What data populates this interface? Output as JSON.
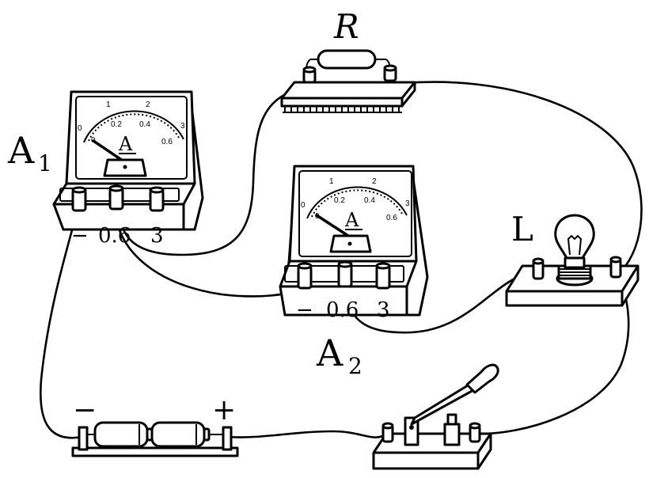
{
  "labels": {
    "resistor": "R",
    "lamp": "L",
    "ammeter1_letter": "A",
    "ammeter1_sub": "1",
    "ammeter2_letter": "A",
    "ammeter2_sub": "2",
    "battery_minus": "−",
    "battery_plus": "+"
  },
  "ammeter1": {
    "face_unit": "A",
    "terminal_minus": "−",
    "terminal_06": "0.6",
    "terminal_3": "3",
    "scale_top": [
      "0",
      "1",
      "2",
      "3"
    ],
    "scale_bottom": [
      "0",
      "0.2",
      "0.4",
      "0.6"
    ]
  },
  "ammeter2": {
    "face_unit": "A",
    "terminal_minus": "−",
    "terminal_06": "0.6",
    "terminal_3": "3",
    "scale_top": [
      "0",
      "1",
      "2",
      "3"
    ],
    "scale_bottom": [
      "0",
      "0.2",
      "0.4",
      "0.6"
    ]
  }
}
